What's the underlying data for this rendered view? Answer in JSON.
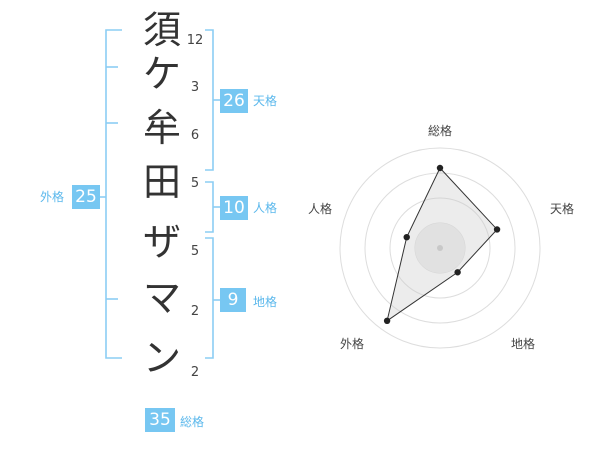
{
  "name_chars": [
    "須",
    "ケ",
    "牟",
    "田",
    "ザ",
    "マ",
    "ン"
  ],
  "strokes": [
    "12",
    "3",
    "6",
    "5",
    "5",
    "2",
    "2"
  ],
  "kaku": {
    "tenkaku": {
      "value": "26",
      "label": "天格"
    },
    "jinkaku": {
      "value": "10",
      "label": "人格"
    },
    "chikaku": {
      "value": "9",
      "label": "地格"
    },
    "gaikaku": {
      "value": "25",
      "label": "外格"
    },
    "soukaku": {
      "value": "35",
      "label": "総格"
    }
  },
  "colors": {
    "accent": "#77c7f2",
    "accent_text": "#5bb8ec",
    "bracket": "#8ccdf3"
  },
  "chart_data": {
    "type": "radar",
    "axes": [
      "総格",
      "天格",
      "地格",
      "外格",
      "人格"
    ],
    "values": [
      0.8,
      0.6,
      0.3,
      0.9,
      0.35
    ],
    "rings": 4
  }
}
